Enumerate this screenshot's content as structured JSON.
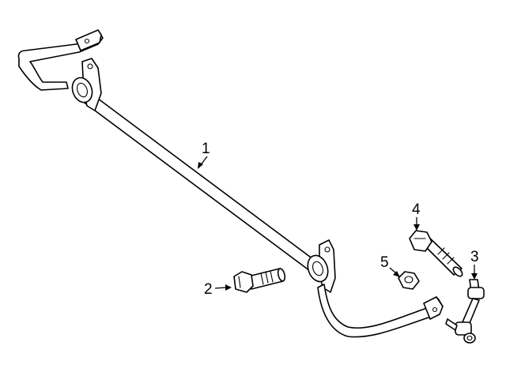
{
  "diagram": {
    "background_color": "#ffffff",
    "line_color": "#000000",
    "callouts": [
      {
        "id": "1",
        "label": "1",
        "part": "stabilizer-bar"
      },
      {
        "id": "2",
        "label": "2",
        "part": "bolt"
      },
      {
        "id": "3",
        "label": "3",
        "part": "stabilizer-link"
      },
      {
        "id": "4",
        "label": "4",
        "part": "link-bolt"
      },
      {
        "id": "5",
        "label": "5",
        "part": "nut"
      }
    ]
  }
}
